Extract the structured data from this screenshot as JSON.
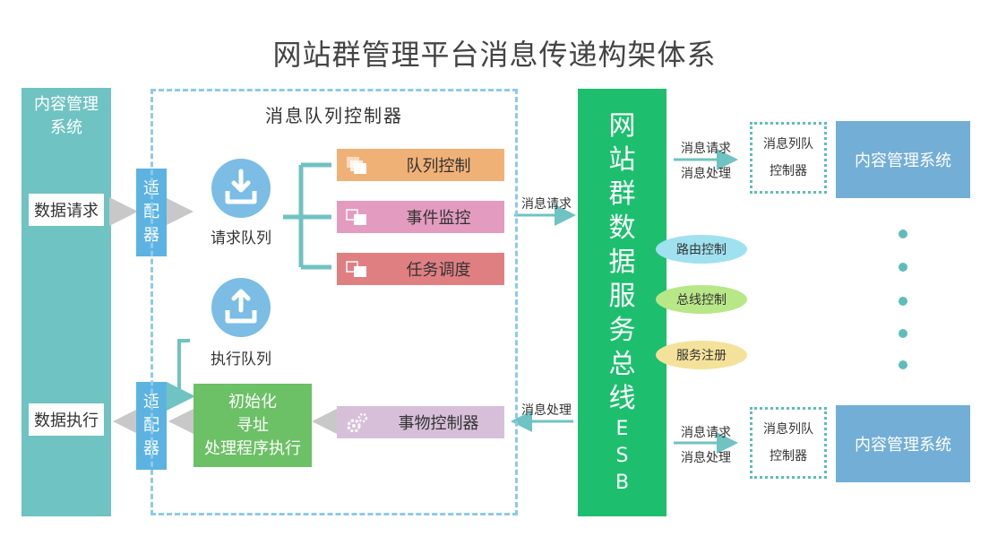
{
  "title": "网站群管理平台消息传递构架体系",
  "left_panel": {
    "title_line1": "内容管理",
    "title_line2": "系统",
    "request_label": "数据请求",
    "execute_label": "数据执行"
  },
  "adapter": {
    "char1": "适",
    "char2": "配",
    "char3": "器"
  },
  "queue_controller": {
    "title": "消息队列控制器",
    "request_queue": "请求队列",
    "execute_queue": "执行队列",
    "bars": [
      {
        "label": "队列控制",
        "color": "#f0b177"
      },
      {
        "label": "事件监控",
        "color": "#e39cbf"
      },
      {
        "label": "任务调度",
        "color": "#e07f82"
      },
      {
        "label": "事物控制器",
        "color": "#d7bfda"
      }
    ],
    "init_box": {
      "line1": "初始化",
      "line2": "寻址",
      "line3": "处理程序执行"
    }
  },
  "esb": {
    "chars": [
      "网",
      "站",
      "群",
      "数",
      "据",
      "服",
      "务",
      "总",
      "线",
      "E",
      "S",
      "B"
    ]
  },
  "esb_pills": [
    {
      "label": "路由控制",
      "color": "#9fe1ef"
    },
    {
      "label": "总线控制",
      "color": "#b8e788"
    },
    {
      "label": "服务注册",
      "color": "#f5e29a"
    }
  ],
  "arrows": {
    "msg_request": "消息请求",
    "msg_process": "消息处理"
  },
  "right": {
    "queue_ctrl_line1": "消息列队",
    "queue_ctrl_line2": "控制器",
    "cms_label": "内容管理系统"
  },
  "colors": {
    "teal": "#6fc3c2",
    "blue": "#5cb3e1",
    "green": "#1dbf6e",
    "dashed": "#8fc9ec"
  }
}
